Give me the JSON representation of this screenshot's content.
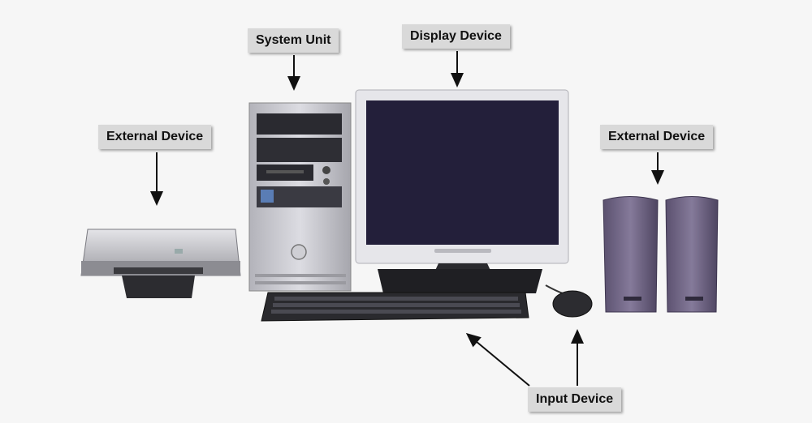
{
  "labels": {
    "system_unit": "System Unit",
    "display_device": "Display Device",
    "external_device_left": "External Device",
    "external_device_right": "External Device",
    "input_device": "Input Device"
  },
  "colors": {
    "label_bg": "#d9d9d9",
    "arrow": "#111111",
    "monitor_screen": "#231f3a",
    "monitor_frame": "#e8e8ec",
    "speaker": "#6e6384",
    "keyboard": "#2a2a2e",
    "tower": "#c9c9cf",
    "printer": "#bdbdc2"
  }
}
